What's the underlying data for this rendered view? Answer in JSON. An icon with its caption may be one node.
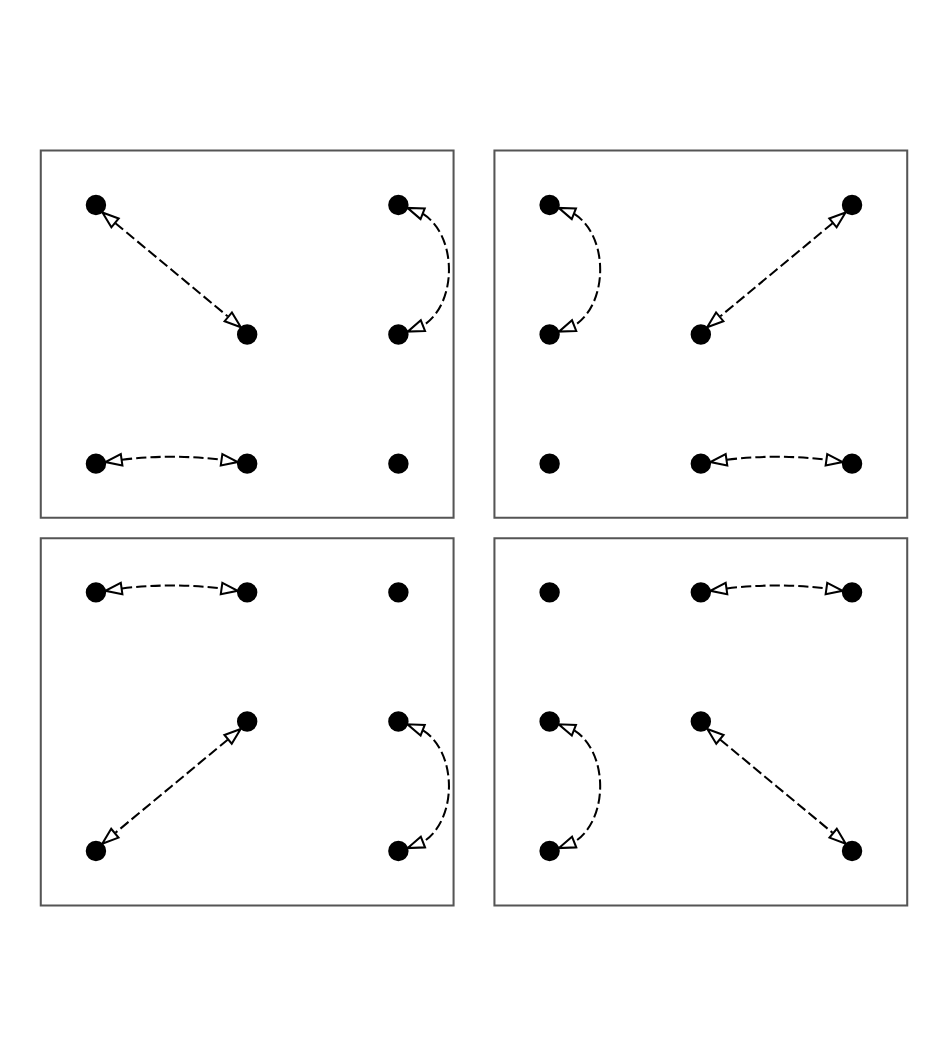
{
  "diagram": {
    "nodes": [
      {
        "text": [],
        "shape": "box"
      },
      {
        "text": [],
        "shape": "circle",
        "in": 0
      },
      {
        "text": [],
        "shape": "circle",
        "in": 0
      },
      {
        "text": [],
        "shape": "circle",
        "in": 0
      },
      {
        "text": [],
        "shape": "circle",
        "in": 0
      },
      {
        "text": [],
        "shape": "circle",
        "in": 0
      },
      {
        "text": [],
        "shape": "circle",
        "in": 0
      },
      {
        "text": [],
        "shape": "circle",
        "in": 0
      },
      {
        "text": [],
        "shape": "box"
      },
      {
        "text": [],
        "shape": "circle",
        "in": 8
      },
      {
        "text": [],
        "shape": "circle",
        "in": 8
      },
      {
        "text": [],
        "shape": "circle",
        "in": 8
      },
      {
        "text": [],
        "shape": "circle",
        "in": 8
      },
      {
        "text": [],
        "shape": "circle",
        "in": 8
      },
      {
        "text": [],
        "shape": "circle",
        "in": 8
      },
      {
        "text": [],
        "shape": "circle",
        "in": 8
      },
      {
        "text": [],
        "shape": "box"
      },
      {
        "text": [],
        "shape": "circle",
        "in": 16
      },
      {
        "text": [],
        "shape": "circle",
        "in": 16
      },
      {
        "text": [],
        "shape": "circle",
        "in": 16
      },
      {
        "text": [],
        "shape": "circle",
        "in": 16
      },
      {
        "text": [],
        "shape": "circle",
        "in": 16
      },
      {
        "text": [],
        "shape": "circle",
        "in": 16
      },
      {
        "text": [],
        "shape": "circle",
        "in": 16
      },
      {
        "text": [],
        "shape": "box"
      },
      {
        "text": [],
        "shape": "circle",
        "in": 24
      },
      {
        "text": [],
        "shape": "circle",
        "in": 24
      },
      {
        "text": [],
        "shape": "circle",
        "in": 24
      },
      {
        "text": [],
        "shape": "circle",
        "in": 24
      },
      {
        "text": [],
        "shape": "circle",
        "in": 24
      },
      {
        "text": [],
        "shape": "circle",
        "in": 24
      },
      {
        "text": [],
        "shape": "circle",
        "in": 24
      }
    ],
    "edges": [
      {
        "from": 1,
        "to": 3,
        "arrow": "both",
        "style": "dashed"
      },
      {
        "from": 2,
        "to": 4,
        "arrow": "both",
        "style": "dashed"
      },
      {
        "from": 5,
        "to": 6,
        "arrow": "both",
        "style": "dashed"
      },
      {
        "from": 9,
        "to": 11,
        "arrow": "both",
        "style": "dashed"
      },
      {
        "from": 10,
        "to": 12,
        "arrow": "both",
        "style": "dashed"
      },
      {
        "from": 14,
        "to": 15,
        "arrow": "both",
        "style": "dashed"
      },
      {
        "from": 17,
        "to": 18,
        "arrow": "both",
        "style": "dashed"
      },
      {
        "from": 20,
        "to": 22,
        "arrow": "both",
        "style": "dashed"
      },
      {
        "from": 21,
        "to": 23,
        "arrow": "both",
        "style": "dashed"
      },
      {
        "from": 26,
        "to": 27,
        "arrow": "both",
        "style": "dashed"
      },
      {
        "from": 28,
        "to": 30,
        "arrow": "both",
        "style": "dashed"
      },
      {
        "from": 29,
        "to": 31,
        "arrow": "both",
        "style": "dashed"
      }
    ]
  }
}
